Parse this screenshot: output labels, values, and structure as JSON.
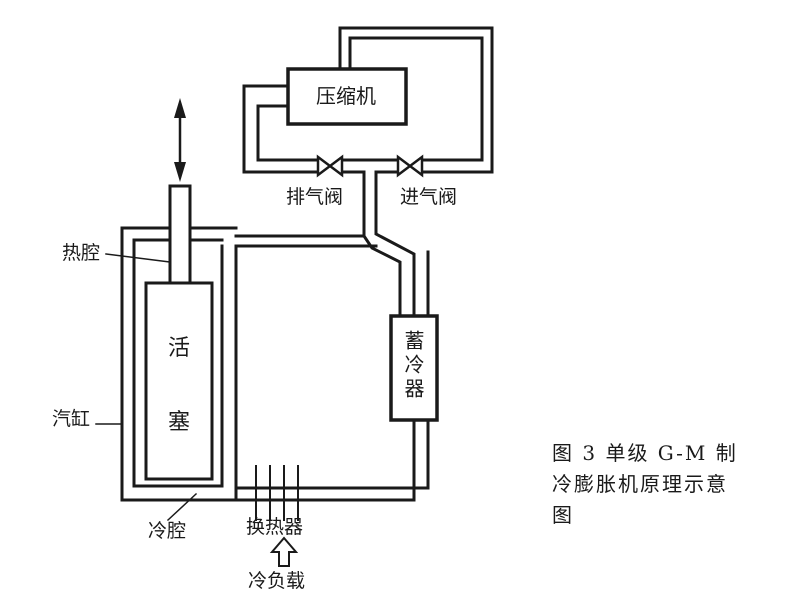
{
  "labels": {
    "compressor": "压缩机",
    "exhaust_valve": "排气阀",
    "intake_valve": "进气阀",
    "hot_chamber": "热腔",
    "cylinder": "汽缸",
    "cold_chamber": "冷腔",
    "piston_top": "活",
    "piston_bottom": "塞",
    "regenerator": "蓄冷器",
    "heat_exchanger": "换热器",
    "cold_load": "冷负载"
  },
  "caption": {
    "line1": "图 3  单级 G-M 制",
    "line2": "冷膨胀机原理示意",
    "line3": "图"
  },
  "colors": {
    "ink": "#1a1a1a",
    "background": "#ffffff"
  },
  "icons": [
    "valve-icon",
    "double-arrow-icon",
    "hollow-up-arrow-icon"
  ]
}
